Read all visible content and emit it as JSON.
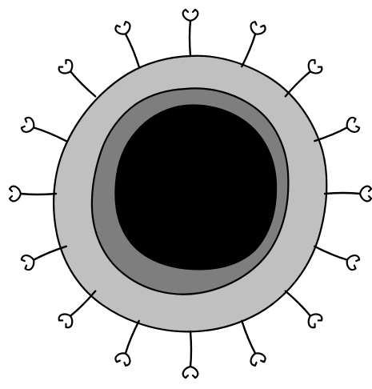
{
  "diagram": {
    "colors": {
      "background": "#ffffff",
      "outer_layer": "#c0c0c0",
      "middle_layer": "#7e7e7e",
      "core": "#000000",
      "outline": "#000000"
    },
    "layers": [
      "outer-layer",
      "middle-layer",
      "core"
    ],
    "surface_projection_count": 16
  }
}
